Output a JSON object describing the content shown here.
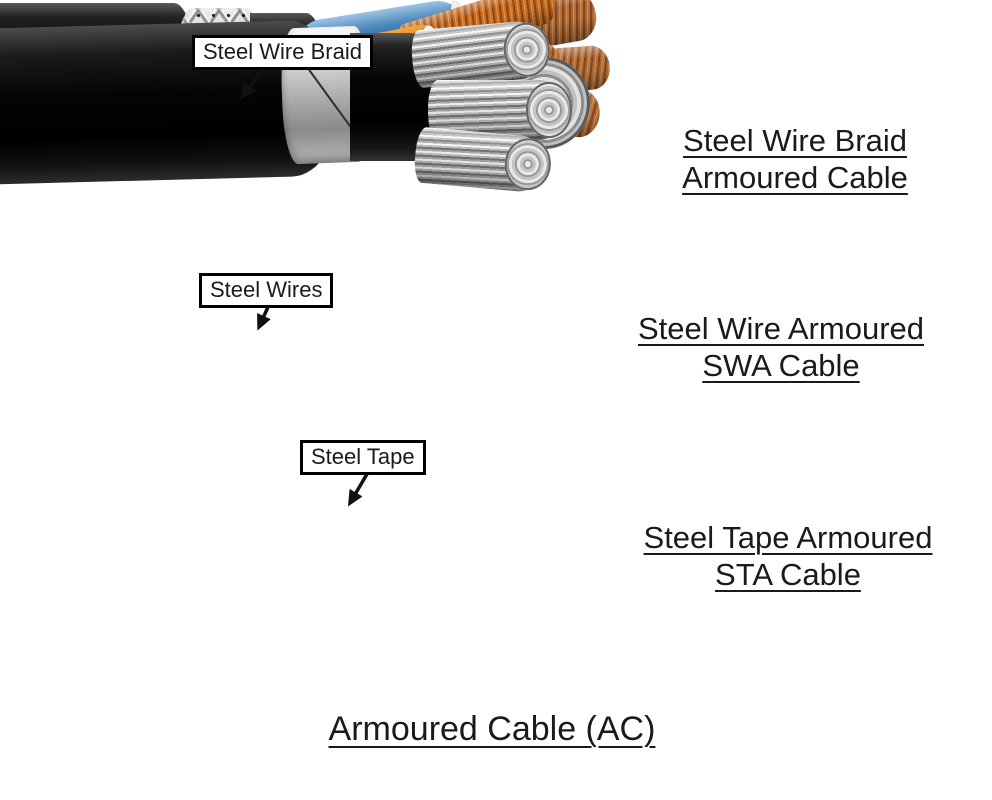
{
  "title": "Armoured Cable (AC)",
  "cables": [
    {
      "callout": "Steel Wire Braid",
      "label": {
        "line1": "Steel Wire Braid",
        "line2": "Armoured Cable"
      },
      "core_colors": [
        "#2f6ca6",
        "#3d7050",
        "#d9cb82",
        "#c4506b"
      ]
    },
    {
      "callout": "Steel Wires",
      "label": {
        "line1": "Steel Wire Armoured",
        "line2": "SWA Cable"
      },
      "core_colors": [
        "#e07f12",
        "#e4ded2",
        "#151515"
      ]
    },
    {
      "callout": "Steel Tape",
      "label": {
        "line1": "Steel Tape Armoured",
        "line2": "STA Cable"
      }
    }
  ],
  "colors": {
    "background": "#ffffff",
    "text": "#1a1a1a",
    "sheath_black": "#0a0a0a",
    "steel_silver": "#c9c9c9",
    "copper": "#b06a38",
    "bedding_cream": "#f3e2c4",
    "aluminium": "#b5b5b5"
  }
}
